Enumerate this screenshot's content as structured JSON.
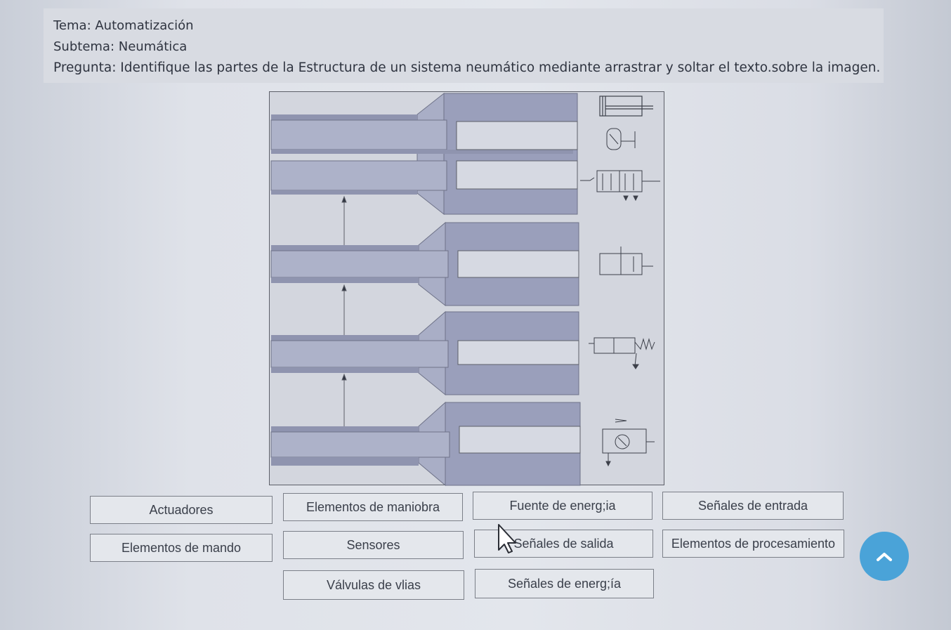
{
  "header": {
    "tema": "Tema: Automatización",
    "subtema": "Subtema: Neumática",
    "pregunta": "Pregunta: Identifique las partes de la Estructura de un sistema neumático mediante arrastrar y soltar el texto.sobre la imagen."
  },
  "diagram": {
    "rows": 4,
    "symbols": [
      "double-acting-cylinder-icon",
      "flow-control-valve-icon",
      "5-2-directional-valve-icon",
      "3-2-valve-icon",
      "pushbutton-3-2-valve-icon",
      "air-supply-unit-icon"
    ]
  },
  "labels": [
    "Actuadores",
    "Elementos de maniobra",
    "Fuente de energ;ia",
    "Señales de entrada",
    "Elementos de mando",
    "Sensores",
    "Señales de salida",
    "Elementos de procesamiento",
    "Válvulas de vlias",
    "Señales de energ;ía"
  ],
  "colors": {
    "accent": "#4aa3d8",
    "diagram_fill": "#a8aec8",
    "diagram_dark": "#8e94b0"
  }
}
